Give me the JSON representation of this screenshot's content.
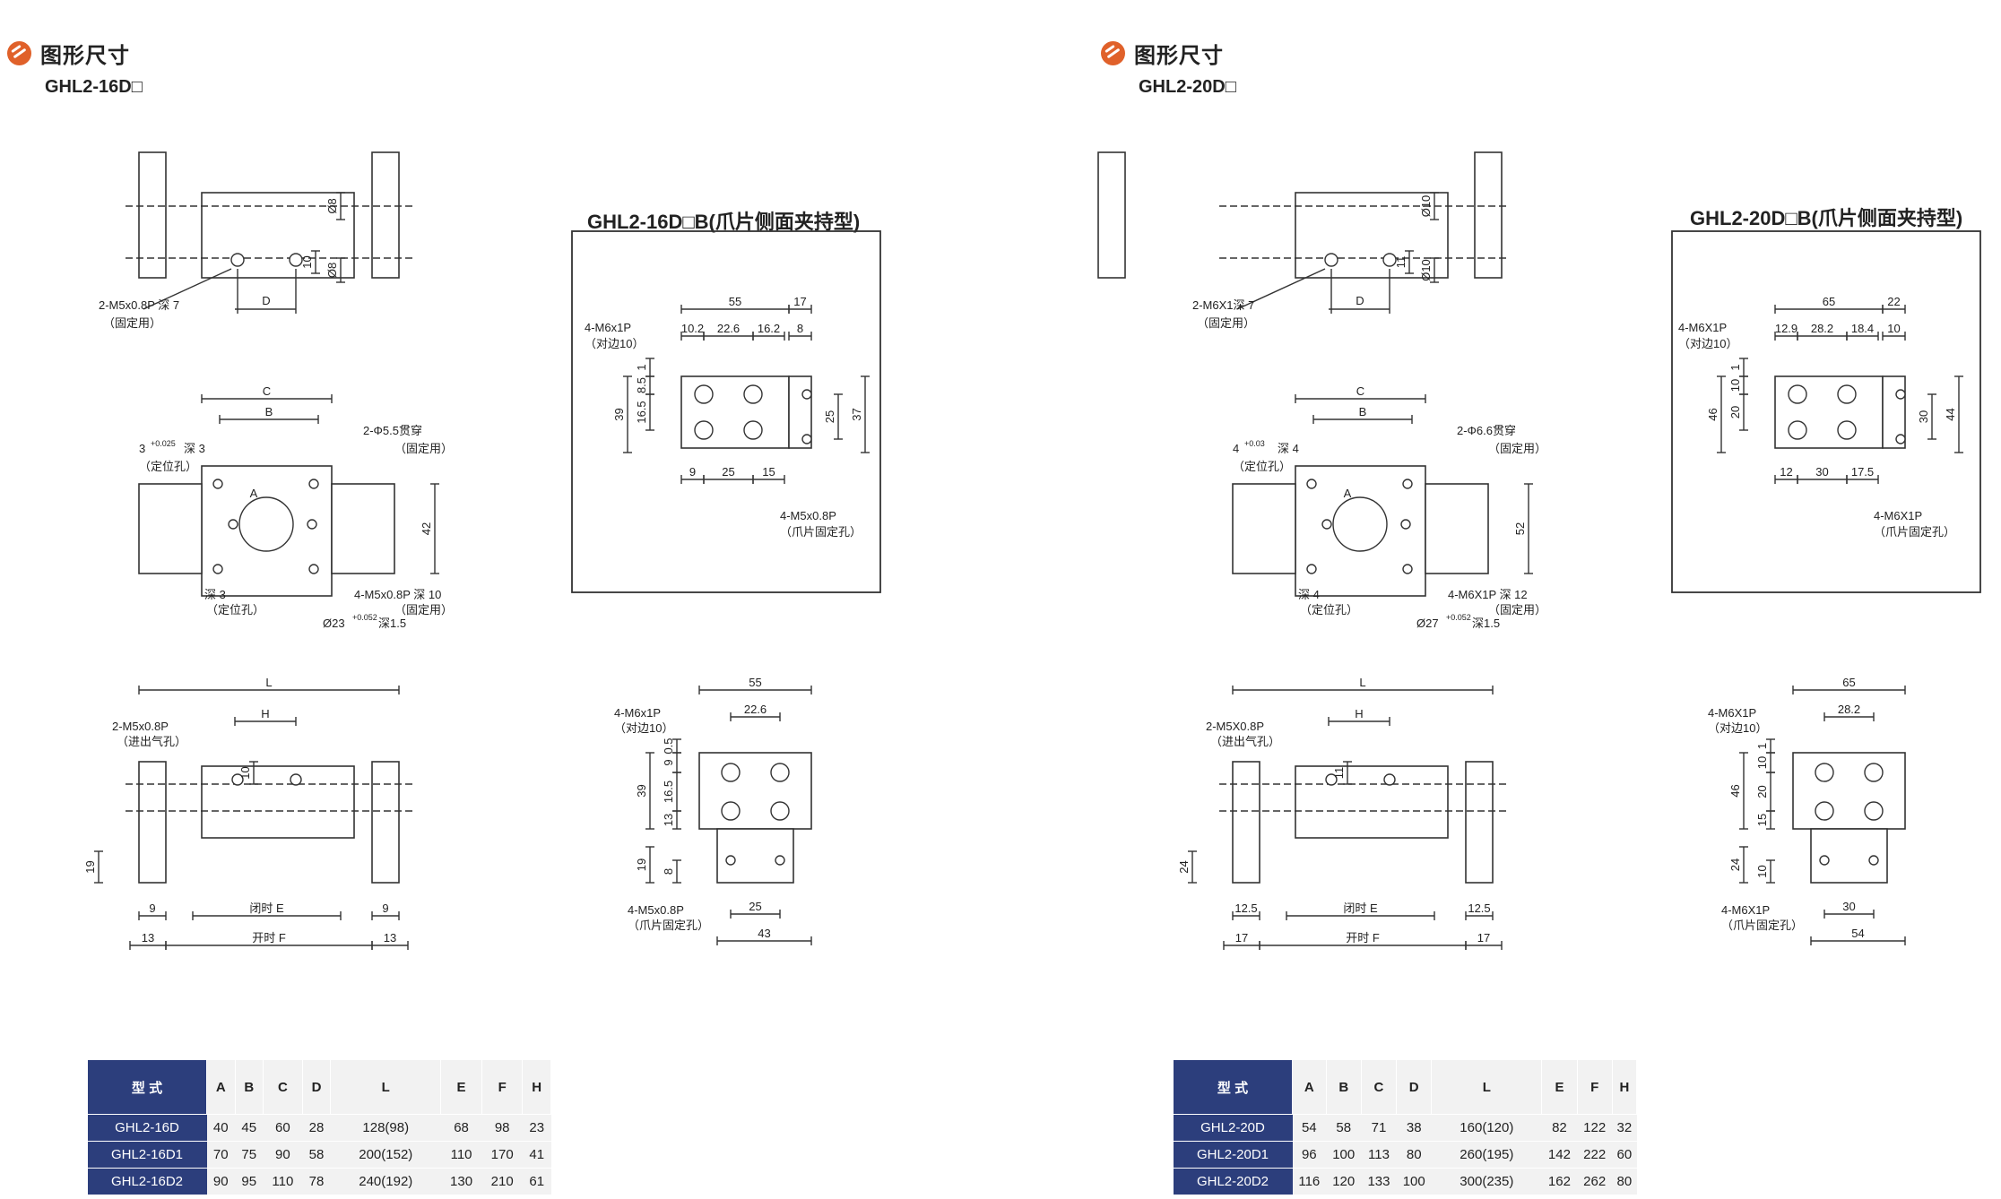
{
  "left": {
    "section_title": "图形尺寸",
    "model": "GHL2-16D□",
    "panel_title": "GHL2-16D□B(爪片侧面夹持型)",
    "labels": {
      "top_phi8a": "Ø8",
      "top_phi8b": "Ø8",
      "top_10": "10",
      "top_callout": "2-M5x0.8P 深 7",
      "top_callout_sub": "（固定用）",
      "top_D": "D",
      "mid_C": "C",
      "mid_B": "B",
      "mid_42": "42",
      "mid_A": "A",
      "mid_hole": "3",
      "mid_hole_tol": "+0.025",
      "mid_hole_depth": "深 3",
      "mid_hole_sub": "（定位孔）",
      "mid_thru": "2-Φ5.5贯穿",
      "mid_thru_sub": "（固定用）",
      "mid_hole2_depth": "深 3",
      "mid_hole2_sub": "（定位孔）",
      "mid_tap": "4-M5x0.8P 深 10",
      "mid_tap_sub": "（固定用）",
      "mid_bore": "Ø23",
      "mid_bore_tol": "+0.052",
      "mid_bore_depth": "深1.5",
      "bot_L": "L",
      "bot_H": "H",
      "bot_10": "10",
      "bot_19": "19",
      "bot_port": "2-M5x0.8P",
      "bot_port_sub": "（进出气孔）",
      "bot_9a": "9",
      "bot_9b": "9",
      "bot_13a": "13",
      "bot_13b": "13",
      "bot_E": "闭时 E",
      "bot_F": "开时 F",
      "p1_55": "55",
      "p1_17": "17",
      "p1_10_2": "10.2",
      "p1_22_6": "22.6",
      "p1_16_2": "16.2",
      "p1_8": "8",
      "p1_1": "1",
      "p1_8_5": "8.5",
      "p1_16_5": "16.5",
      "p1_39": "39",
      "p1_25v": "25",
      "p1_37": "37",
      "p1_9": "9",
      "p1_25": "25",
      "p1_15": "15",
      "p1_tap": "4-M6x1P",
      "p1_tap_sub": "（对边10）",
      "p1_jaw": "4-M5x0.8P",
      "p1_jaw_sub": "（爪片固定孔）",
      "p2_55": "55",
      "p2_22_6": "22.6",
      "p2_0_5": "0.5",
      "p2_9": "9",
      "p2_16_5": "16.5",
      "p2_39": "39",
      "p2_13": "13",
      "p2_19": "19",
      "p2_8": "8",
      "p2_25": "25",
      "p2_43": "43",
      "p2_tap": "4-M6x1P",
      "p2_tap_sub": "（对边10）",
      "p2_jaw": "4-M5x0.8P",
      "p2_jaw_sub": "（爪片固定孔）"
    },
    "table": {
      "header": [
        "型 式",
        "A",
        "B",
        "C",
        "D",
        "L",
        "E",
        "F",
        "H"
      ],
      "rows": [
        [
          "GHL2-16D",
          "40",
          "45",
          "60",
          "28",
          "128(98)",
          "68",
          "98",
          "23"
        ],
        [
          "GHL2-16D1",
          "70",
          "75",
          "90",
          "58",
          "200(152)",
          "110",
          "170",
          "41"
        ],
        [
          "GHL2-16D2",
          "90",
          "95",
          "110",
          "78",
          "240(192)",
          "130",
          "210",
          "61"
        ]
      ]
    }
  },
  "right": {
    "section_title": "图形尺寸",
    "model": "GHL2-20D□",
    "panel_title": "GHL2-20D□B(爪片侧面夹持型)",
    "labels": {
      "top_phi8a": "Ø10",
      "top_phi8b": "Ø10",
      "top_10": "11",
      "top_callout": "2-M6X1深 7",
      "top_callout_sub": "（固定用）",
      "top_D": "D",
      "mid_C": "C",
      "mid_B": "B",
      "mid_42": "52",
      "mid_A": "A",
      "mid_hole": "4",
      "mid_hole_tol": "+0.03",
      "mid_hole_depth": "深 4",
      "mid_hole_sub": "（定位孔）",
      "mid_thru": "2-Φ6.6贯穿",
      "mid_thru_sub": "（固定用）",
      "mid_hole2_depth": "深 4",
      "mid_hole2_sub": "（定位孔）",
      "mid_tap": "4-M6X1P 深 12",
      "mid_tap_sub": "（固定用）",
      "mid_bore": "Ø27",
      "mid_bore_tol": "+0.052",
      "mid_bore_depth": "深1.5",
      "bot_L": "L",
      "bot_H": "H",
      "bot_10": "11",
      "bot_19": "24",
      "bot_port": "2-M5X0.8P",
      "bot_port_sub": "（进出气孔）",
      "bot_9a": "12.5",
      "bot_9b": "12.5",
      "bot_13a": "17",
      "bot_13b": "17",
      "bot_E": "闭时 E",
      "bot_F": "开时 F",
      "p1_55": "65",
      "p1_17": "22",
      "p1_10_2": "12.9",
      "p1_22_6": "28.2",
      "p1_16_2": "18.4",
      "p1_8": "10",
      "p1_1": "1",
      "p1_8_5": "10",
      "p1_16_5": "20",
      "p1_39": "46",
      "p1_25v": "30",
      "p1_37": "44",
      "p1_9": "12",
      "p1_25": "30",
      "p1_15": "17.5",
      "p1_tap": "4-M6X1P",
      "p1_tap_sub": "（对边10）",
      "p1_jaw": "4-M6X1P",
      "p1_jaw_sub": "（爪片固定孔）",
      "p2_55": "65",
      "p2_22_6": "28.2",
      "p2_0_5": "1",
      "p2_9": "10",
      "p2_16_5": "20",
      "p2_39": "46",
      "p2_13": "15",
      "p2_19": "24",
      "p2_8": "10",
      "p2_25": "30",
      "p2_43": "54",
      "p2_tap": "4-M6X1P",
      "p2_tap_sub": "（对边10）",
      "p2_jaw": "4-M6X1P",
      "p2_jaw_sub": "（爪片固定孔）"
    },
    "table": {
      "header": [
        "型 式",
        "A",
        "B",
        "C",
        "D",
        "L",
        "E",
        "F",
        "H"
      ],
      "rows": [
        [
          "GHL2-20D",
          "54",
          "58",
          "71",
          "38",
          "160(120)",
          "82",
          "122",
          "32"
        ],
        [
          "GHL2-20D1",
          "96",
          "100",
          "113",
          "80",
          "260(195)",
          "142",
          "222",
          "60"
        ],
        [
          "GHL2-20D2",
          "116",
          "120",
          "133",
          "100",
          "300(235)",
          "162",
          "262",
          "80"
        ]
      ]
    }
  },
  "colors": {
    "table_header": "#2c3e7c",
    "logo": "#e0612a",
    "line": "#333333"
  }
}
